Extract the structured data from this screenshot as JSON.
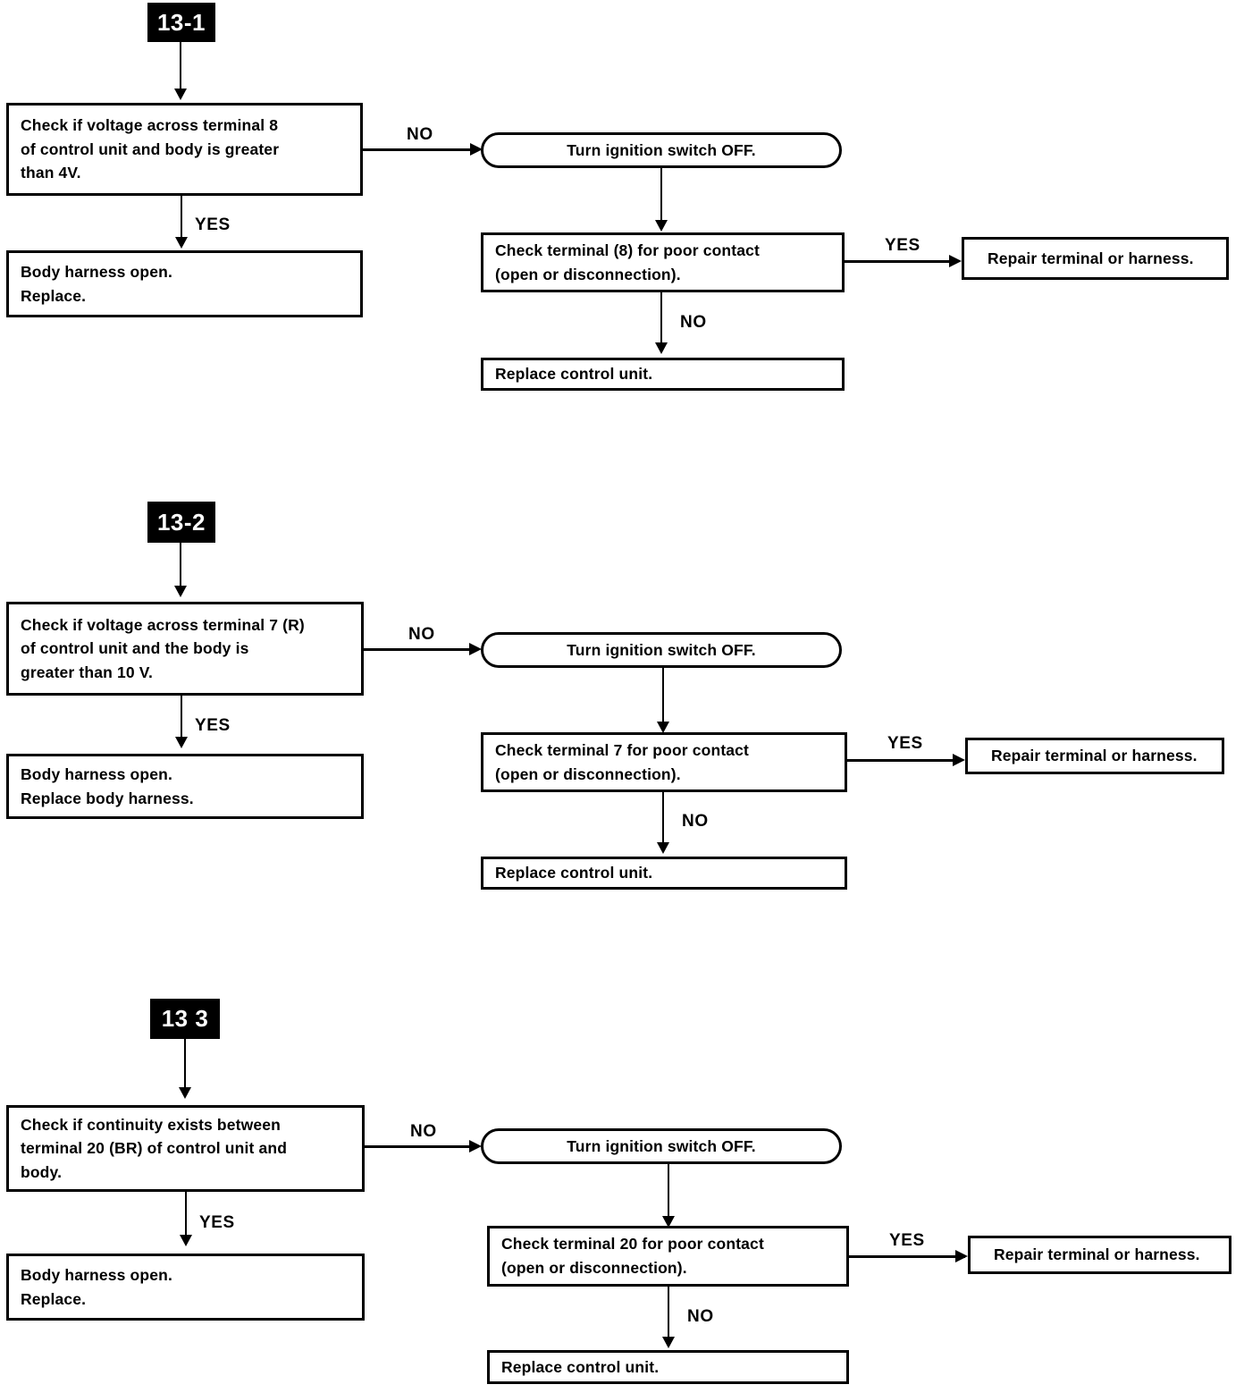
{
  "document": {
    "type": "troubleshooting-flowchart",
    "title": "",
    "colors": {
      "ink": "#000000",
      "paper": "#ffffff",
      "badge_bg": "#000000",
      "badge_fg": "#ffffff"
    }
  },
  "edge_labels": {
    "yes": "YES",
    "no": "NO"
  },
  "sections": [
    {
      "badge": "13-1",
      "decision": "Check if voltage across terminal 8\nof control unit and body is greater\nthan 4V.",
      "yes_result": "Body harness open.\nReplace.",
      "no_terminator": "Turn ignition switch OFF.",
      "no_check": "Check terminal (8) for poor contact\n(open or disconnection).",
      "no_check_yes": "Repair terminal or harness.",
      "no_check_no": "Replace control unit."
    },
    {
      "badge": "13-2",
      "decision": "Check if voltage across terminal 7 (R)\nof control unit and the body is\ngreater than 10 V.",
      "yes_result": "Body harness open.\nReplace body harness.",
      "no_terminator": "Turn ignition switch OFF.",
      "no_check": "Check terminal 7 for poor contact\n(open or disconnection).",
      "no_check_yes": "Repair terminal or harness.",
      "no_check_no": "Replace control unit."
    },
    {
      "badge": "13 3",
      "decision": "Check if continuity exists between\nterminal 20 (BR) of control unit and\nbody.",
      "yes_result": "Body harness open.\nReplace.",
      "no_terminator": "Turn ignition switch OFF.",
      "no_check": "Check terminal 20 for poor contact\n(open or disconnection).",
      "no_check_yes": "Repair terminal or harness.",
      "no_check_no": "Replace control unit."
    }
  ]
}
